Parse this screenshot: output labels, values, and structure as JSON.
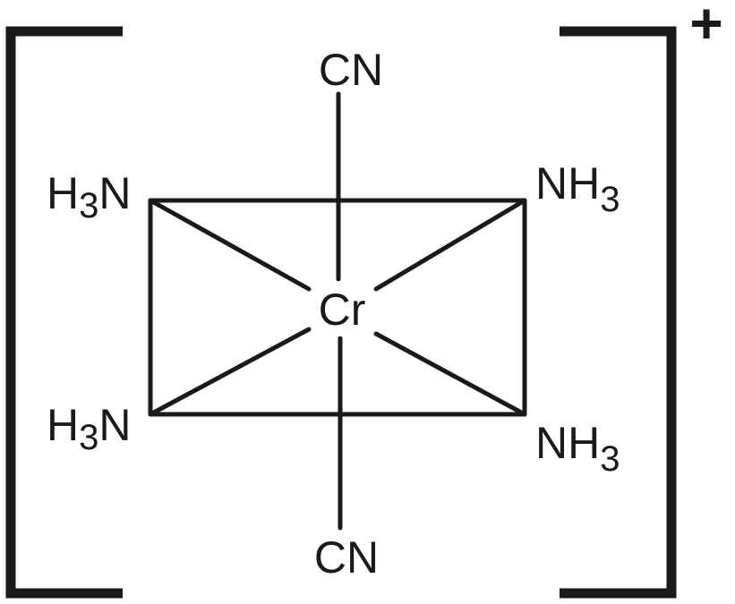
{
  "complex": {
    "central_atom": "Cr",
    "charge": "+",
    "ligands": {
      "top": "CN",
      "bottom": "CN",
      "upper_left": {
        "main": "H",
        "sub": "3",
        "tail": "N"
      },
      "lower_left": {
        "main": "H",
        "sub": "3",
        "tail": "N"
      },
      "upper_right": {
        "main": "NH",
        "sub": "3"
      },
      "lower_right": {
        "main": "NH",
        "sub": "3"
      }
    }
  }
}
